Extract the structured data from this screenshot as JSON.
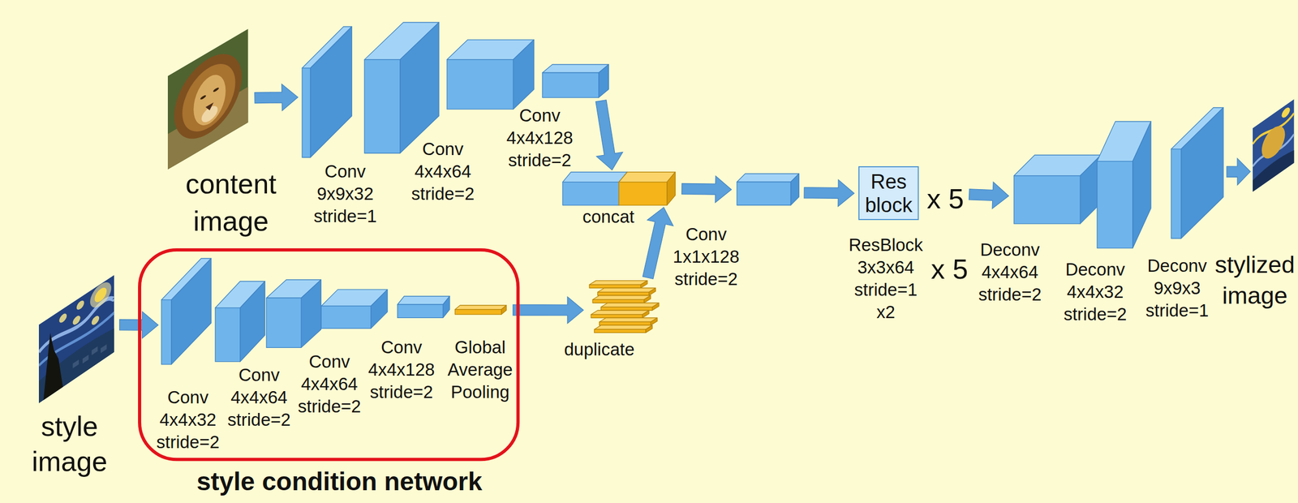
{
  "diagram": {
    "nodes": [
      {
        "text": [
          "content image"
        ]
      },
      {
        "text": [
          "Conv 9x9x32 stride=1"
        ]
      },
      {
        "text": [
          "Conv 4x4x64 stride=2"
        ]
      },
      {
        "text": [
          "Conv 4x4x128 stride=2"
        ]
      },
      {
        "text": [
          "style image"
        ]
      },
      {
        "text": [
          "style condition network"
        ]
      },
      {
        "text": [
          "Conv 4x4x32 stride=2"
        ],
        "in": 5
      },
      {
        "text": [
          "Conv 4x4x64 stride=2"
        ],
        "in": 5
      },
      {
        "text": [
          "Conv 4x4x64 stride=2"
        ],
        "in": 5
      },
      {
        "text": [
          "Conv 4x4x128 stride=2"
        ],
        "in": 5
      },
      {
        "text": [
          "Global Average Pooling"
        ],
        "in": 5
      },
      {
        "text": [
          "duplicate"
        ]
      },
      {
        "text": [
          "concat"
        ]
      },
      {
        "text": [
          "Conv 1x1x128 stride=2"
        ]
      },
      {
        "text": [
          "Res block",
          "ResBlock 3x3x64 stride=1 x2"
        ]
      },
      {
        "text": [
          "Deconv 4x4x64 stride=2"
        ]
      },
      {
        "text": [
          "Deconv 4x4x32 stride=2"
        ]
      },
      {
        "text": [
          "Deconv 9x9x3 stride=1"
        ]
      },
      {
        "text": [
          "stylized image"
        ]
      }
    ],
    "edges": [
      {
        "from": 0,
        "to": 1,
        "arrow": "to"
      },
      {
        "from": 3,
        "to": 12,
        "arrow": "to"
      },
      {
        "from": 4,
        "to": 6,
        "arrow": "to"
      },
      {
        "from": 10,
        "to": 11,
        "arrow": "to"
      },
      {
        "from": 11,
        "to": 12,
        "arrow": "to"
      },
      {
        "from": 12,
        "to": 13,
        "arrow": "to"
      },
      {
        "from": 13,
        "to": 14,
        "arrow": "to"
      },
      {
        "from": 14,
        "to": 15,
        "arrow": "to"
      },
      {
        "from": 17,
        "to": 18,
        "arrow": "to"
      }
    ],
    "labels": [
      "x 5",
      "x 5"
    ]
  }
}
